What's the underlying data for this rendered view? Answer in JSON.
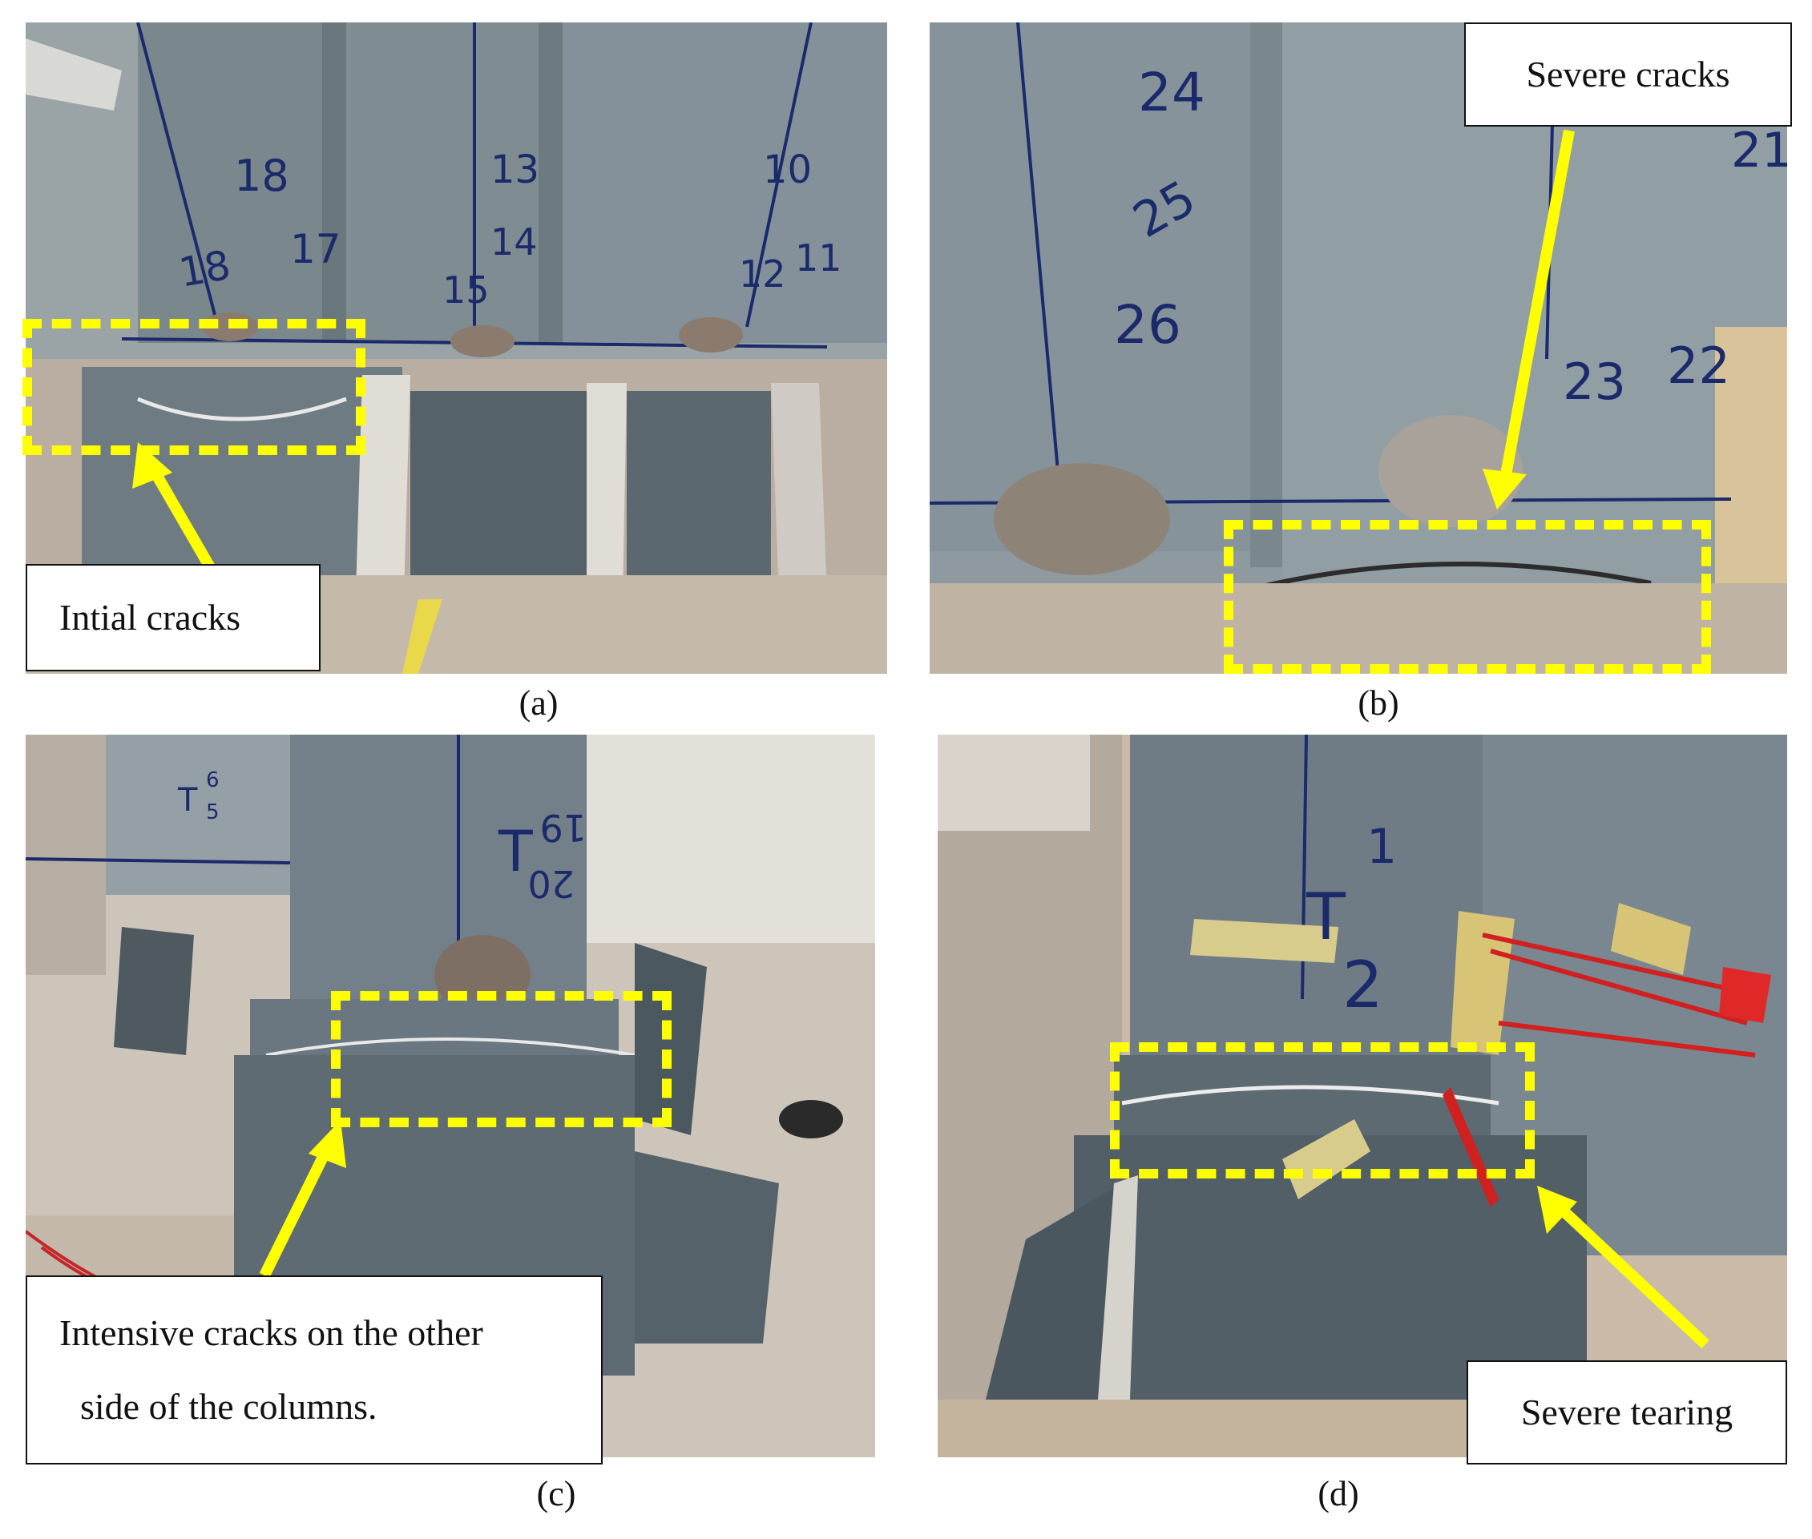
{
  "figure": {
    "panels": [
      {
        "id": "a",
        "caption": "(a)",
        "label": "Intial cracks",
        "markings": [
          "18",
          "17",
          "18",
          "15",
          "14",
          "13",
          "12",
          "11",
          "10"
        ]
      },
      {
        "id": "b",
        "caption": "(b)",
        "label": "Severe cracks",
        "markings": [
          "24",
          "25",
          "26",
          "21",
          "23",
          "22"
        ]
      },
      {
        "id": "c",
        "caption": "(c)",
        "label_line1": "Intensive cracks on the other",
        "label_line2": "side of the columns.",
        "markings": [
          "T",
          "5",
          "6",
          "T",
          "20",
          "19"
        ]
      },
      {
        "id": "d",
        "caption": "(d)",
        "label": "Severe tearing",
        "markings": [
          "T",
          "1",
          "2"
        ]
      }
    ],
    "colors": {
      "highlight": "#ffff00",
      "steel": "#5f6f78",
      "steel_dark": "#46535b",
      "concrete": "#c9bfb2",
      "ink": "#1b2a6b"
    }
  }
}
